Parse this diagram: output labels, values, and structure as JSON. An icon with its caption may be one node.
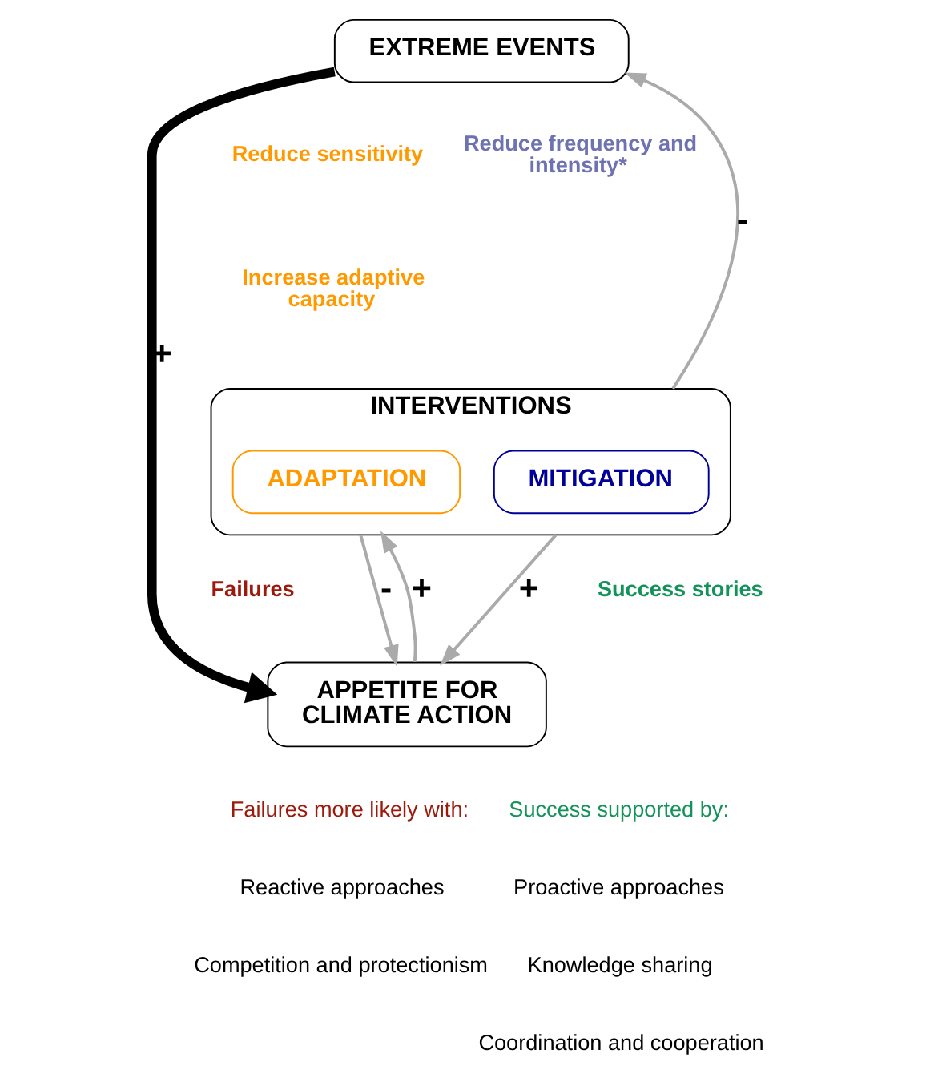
{
  "diagram": {
    "nodes": [
      {
        "text": [
          "EXTREME EVENTS"
        ]
      },
      {
        "text": [
          "INTERVENTIONS"
        ]
      },
      {
        "text": [
          "ADAPTATION"
        ],
        "in": 1
      },
      {
        "text": [
          "MITIGATION"
        ],
        "in": 1
      },
      {
        "text": [
          "APPETITE FOR CLIMATE ACTION"
        ]
      }
    ],
    "edges": [
      {
        "from": 0,
        "to": 4,
        "arrow": "to",
        "label": "+",
        "style": "thick",
        "color": "#000000"
      },
      {
        "from": 1,
        "to": 0,
        "arrow": "to",
        "label": "-"
      },
      {
        "from": 1,
        "to": 4,
        "arrow": "to",
        "label": "-"
      },
      {
        "from": 4,
        "to": 1,
        "arrow": "to",
        "label": "+"
      },
      {
        "from": 1,
        "to": 4,
        "arrow": "to",
        "label": "+"
      }
    ],
    "labels": [
      "Reduce sensitivity",
      "Increase adaptive capacity",
      "Reduce frequency and intensity*",
      "Failures",
      "Success stories",
      "Failures more likely with:",
      "Reactive approaches",
      "Competition and protectionism",
      "Success supported by:",
      "Proactive approaches",
      "Knowledge sharing",
      "Coordination and cooperation"
    ]
  }
}
